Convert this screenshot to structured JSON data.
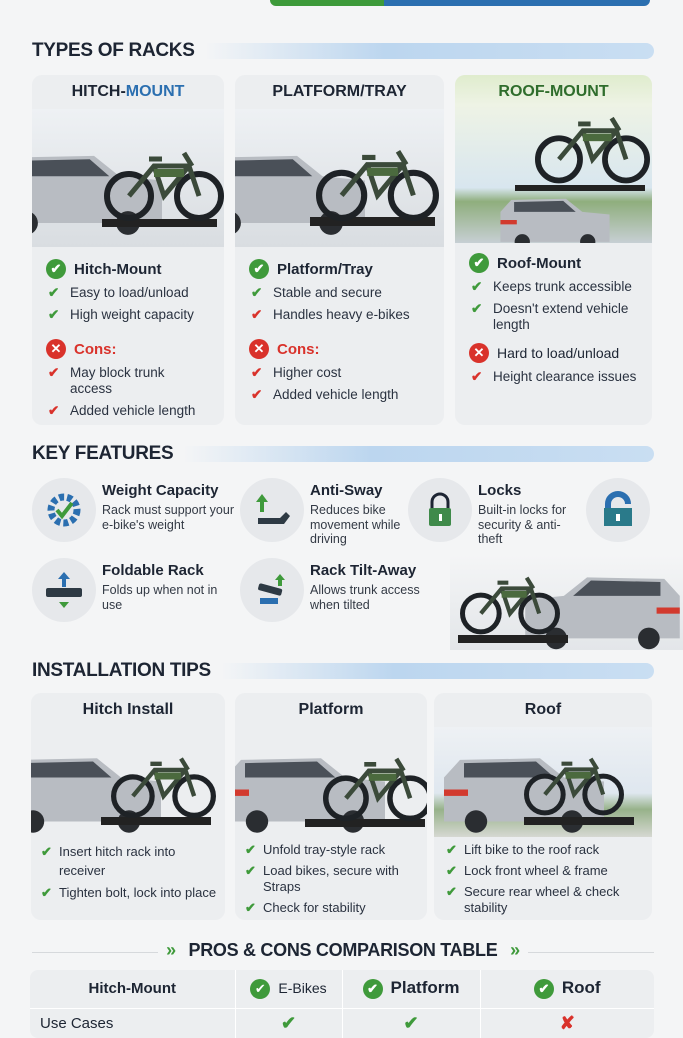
{
  "types": {
    "title": "TYPES OF RACKS",
    "cards": [
      {
        "title": "HITCH-MOUNT",
        "title_a": "HITCH-",
        "title_b": "MOUNT",
        "pros_title": "Hitch-Mount",
        "pros": [
          "Easy to load/unload",
          "High weight capacity"
        ],
        "cons_title": "Cons:",
        "cons": [
          "May block trunk access",
          "Added vehicle length"
        ]
      },
      {
        "title": "PLATFORM/TRAY",
        "pros_title": "Platform/Tray",
        "pros": [
          "Stable and secure",
          "Handles heavy e-bikes"
        ],
        "cons_title": "Cons:",
        "cons": [
          "Higher cost",
          "Added vehicle length"
        ]
      },
      {
        "title": "ROOF-MOUNT",
        "pros_title": "Roof-Mount",
        "pros": [
          "Keeps trunk accessible",
          "Doesn't extend vehicle length"
        ],
        "cons_title": "",
        "cons": [
          "Hard to load/unload",
          "Height clearance issues"
        ]
      }
    ]
  },
  "features": {
    "title": "KEY FEATURES",
    "items": [
      {
        "icon": "gear-check-icon",
        "title": "Weight Capacity",
        "desc": "Rack must support your e-bike's weight"
      },
      {
        "icon": "anti-sway-icon",
        "title": "Anti-Sway",
        "desc": "Reduces bike movement while driving"
      },
      {
        "icon": "lock-icon",
        "title": "Locks",
        "desc": "Built-in locks for security & anti-theft"
      },
      {
        "icon": "fold-icon",
        "title": "Foldable Rack",
        "desc": "Folds up when not in use"
      },
      {
        "icon": "tilt-icon",
        "title": "Rack Tilt-Away",
        "desc": "Allows trunk access when tilted"
      }
    ]
  },
  "install": {
    "title": "INSTALLATION TIPS",
    "cards": [
      {
        "title": "Hitch Install",
        "steps": [
          "Insert hitch rack into receiver",
          "Tighten bolt, lock into place"
        ]
      },
      {
        "title": "Platform",
        "steps": [
          "Unfold tray-style rack",
          "Load bikes, secure with Straps",
          "Check for stability"
        ]
      },
      {
        "title": "Roof",
        "steps": [
          "Lift bike to the roof rack",
          "Lock front wheel & frame",
          "Secure rear wheel & check stability"
        ]
      }
    ]
  },
  "comparison": {
    "title": "PROS & CONS COMPARISON TABLE",
    "headers": [
      "Hitch-Mount",
      "E-Bikes",
      "Platform",
      "Roof"
    ],
    "rows": [
      {
        "label": "Use Cases",
        "values": [
          "✔",
          "✔",
          "✘"
        ]
      }
    ]
  },
  "colors": {
    "green": "#3f9a3b",
    "red": "#d9322b",
    "blue": "#2b6fb0"
  }
}
